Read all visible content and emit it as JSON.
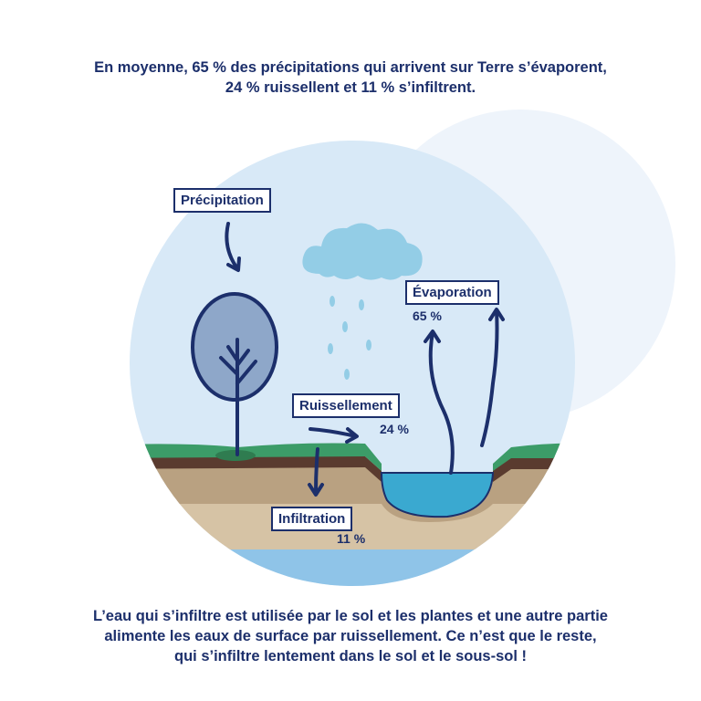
{
  "headline": {
    "line1": "En moyenne, 65 % des précipitations qui arrivent sur Terre s’évaporent,",
    "line2": "24 % ruissellent et 11 % s’infiltrent."
  },
  "labels": {
    "precipitation": "Précipitation",
    "evaporation": "Évaporation",
    "evaporation_pct": "65 %",
    "ruissellement": "Ruissellement",
    "ruissellement_pct": "24 %",
    "infiltration": "Infiltration",
    "infiltration_pct": "11 %"
  },
  "footer": {
    "line1": "L’eau qui s’infiltre est utilisée par le sol et les plantes et une autre partie",
    "line2": "alimente les eaux de surface par ruissellement. Ce n’est que le reste,",
    "line3": "qui s’infiltre lentement dans le sol et le sous-sol !"
  },
  "colors": {
    "text": "#1c2f6b",
    "sky": "#d8e9f7",
    "grass": "#3c9c68",
    "soil_dark": "#5a3b2f",
    "soil": "#b9a181",
    "water": "#3aa9d0",
    "groundwater": "#8fc4e8",
    "cloud": "#93cde6",
    "tree": "#8ea7c9"
  }
}
